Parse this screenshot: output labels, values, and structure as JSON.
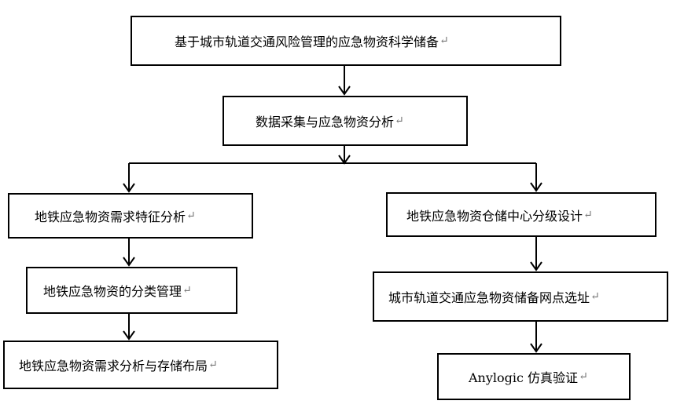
{
  "para_mark": "↵",
  "nodes": {
    "root": "基于城市轨道交通风险管理的应急物资科学储备",
    "data": "数据采集与应急物资分析",
    "left1": "地铁应急物资需求特征分析",
    "left2": "地铁应急物资的分类管理",
    "left3": "地铁应急物资需求分析与存储布局",
    "right1": "地铁应急物资仓储中心分级设计",
    "right2": "城市轨道交通应急物资储备网点选址",
    "right3": "Anylogic 仿真验证"
  }
}
